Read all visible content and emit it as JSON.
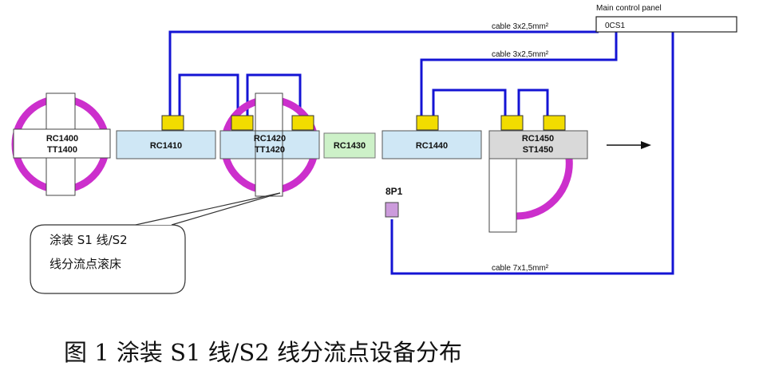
{
  "panel": {
    "title": "Main control panel",
    "id": "0CS1"
  },
  "cables": {
    "top1": "cable 3x2,5mm²",
    "top2": "cable 3x2,5mm²",
    "bottom": "cable 7x1,5mm²"
  },
  "units": {
    "rc1400_tt1400": {
      "line1": "RC1400",
      "line2": "TT1400"
    },
    "rc1410": "RC1410",
    "rc1420_tt1420": {
      "line1": "RC1420",
      "line2": "TT1420"
    },
    "rc1430": "RC1430",
    "rc1440": "RC1440",
    "rc1450_st1450": {
      "line1": "RC1450",
      "line2": "ST1450"
    },
    "p8p1": "8P1"
  },
  "callout": {
    "line1": "涂装 S1 线/S2",
    "line2": "线分流点滚床"
  },
  "caption": "图 1  涂装 S1 线/S2 线分流点设备分布",
  "colors": {
    "wire": "#1414d4",
    "turntable": "#cc2fcc",
    "box_blue": "#cfe7f5",
    "box_green": "#cdf1c8",
    "box_gray": "#d9d9d9",
    "terminal": "#f2dc00",
    "p8p1": "#cc9bdc"
  }
}
